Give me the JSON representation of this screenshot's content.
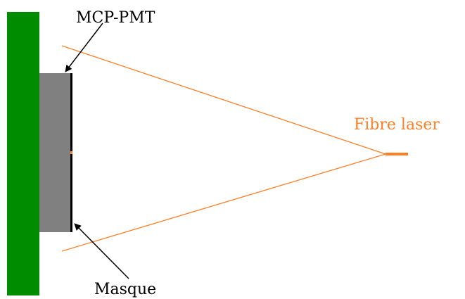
{
  "labels": {
    "mcp_pmt": "MCP-PMT",
    "masque": "Masque",
    "fibre_laser": "Fibre laser"
  },
  "colors": {
    "support": "#008c00",
    "pmt_body": "#808080",
    "mask": "#000000",
    "laser": "#ff7f27",
    "arrow": "#000000",
    "label_text": "#000000",
    "fibre_label_text": "#ff7f27"
  }
}
